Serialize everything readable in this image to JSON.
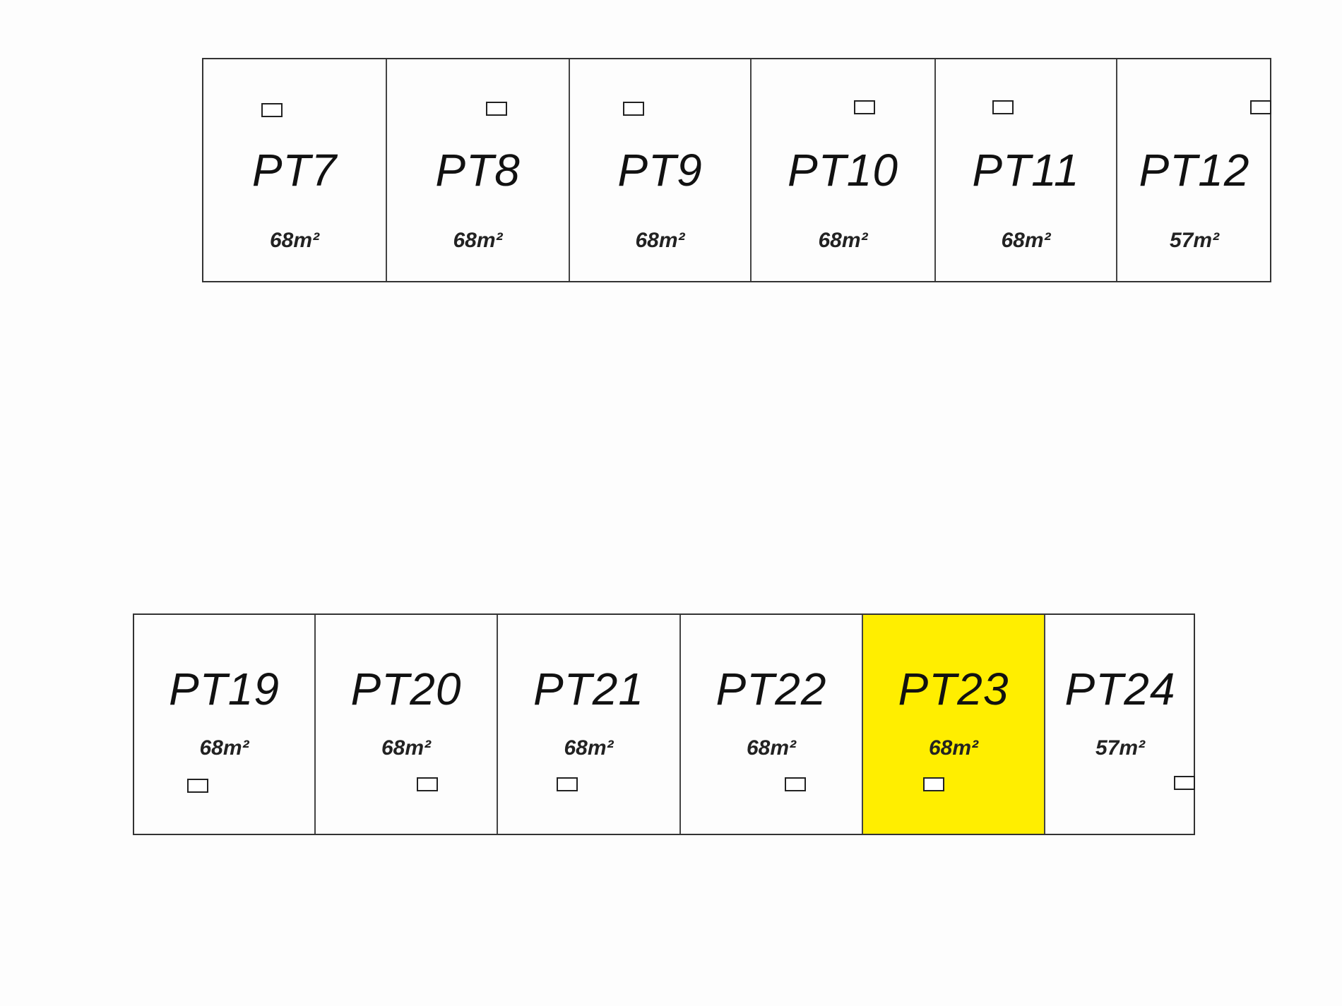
{
  "highlight_color": "#ffee00",
  "top_row": [
    {
      "label": "PT7",
      "area": "68m²"
    },
    {
      "label": "PT8",
      "area": "68m²"
    },
    {
      "label": "PT9",
      "area": "68m²"
    },
    {
      "label": "PT10",
      "area": "68m²"
    },
    {
      "label": "PT11",
      "area": "68m²"
    },
    {
      "label": "PT12",
      "area": "57m²"
    }
  ],
  "bottom_row": [
    {
      "label": "PT19",
      "area": "68m²"
    },
    {
      "label": "PT20",
      "area": "68m²"
    },
    {
      "label": "PT21",
      "area": "68m²"
    },
    {
      "label": "PT22",
      "area": "68m²"
    },
    {
      "label": "PT23",
      "area": "68m²",
      "highlighted": true
    },
    {
      "label": "PT24",
      "area": "57m²"
    }
  ]
}
